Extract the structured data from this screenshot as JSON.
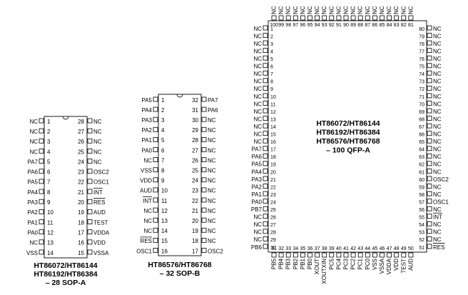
{
  "sop28": {
    "left_pins": [
      "NC",
      "NC",
      "NC",
      "NC",
      "PA7",
      "PA6",
      "PA5",
      "PA4",
      "PA3",
      "PA2",
      "PA1",
      "PA0",
      "NC",
      "VSS"
    ],
    "right_pins": [
      "NC",
      "NC",
      "NC",
      "NC",
      "NC",
      "OSC2",
      "OSC1",
      "INT",
      "RES",
      "AUD",
      "TEST",
      "VDDA",
      "VDD",
      "VSSA"
    ],
    "overline": [
      "INT",
      "RES"
    ],
    "title_lines": [
      "HT86072/HT86144",
      "HT86192/HT86384",
      "– 28 SOP-A"
    ]
  },
  "sop32": {
    "left_pins": [
      "PA5",
      "PA4",
      "PA3",
      "PA2",
      "PA1",
      "PA0",
      "NC",
      "VSS",
      "VDD",
      "AUD",
      "INT",
      "NC",
      "NC",
      "NC",
      "RES",
      "OSC1"
    ],
    "right_pins": [
      "PA7",
      "PA6",
      "NC",
      "NC",
      "NC",
      "NC",
      "NC",
      "NC",
      "NC",
      "NC",
      "NC",
      "NC",
      "NC",
      "NC",
      "NC",
      "OSC2"
    ],
    "overline": [
      "INT",
      "RES"
    ],
    "title_lines": [
      "HT86576/HT86768",
      "– 32 SOP-B"
    ]
  },
  "qfp100": {
    "top_pins": [
      "NC",
      "NC",
      "NC",
      "NC",
      "NC",
      "NC",
      "NC",
      "NC",
      "NC",
      "NC",
      "NC",
      "NC",
      "NC",
      "NC",
      "NC",
      "NC",
      "NC",
      "NC",
      "NC",
      "NC"
    ],
    "left_pins": [
      "NC",
      "NC",
      "NC",
      "NC",
      "NC",
      "NC",
      "NC",
      "NC",
      "NC",
      "NC",
      "NC",
      "NC",
      "NC",
      "NC",
      "NC",
      "NC",
      "PA7",
      "PA6",
      "PA5",
      "PA4",
      "PA3",
      "PA2",
      "PA1",
      "PA0",
      "PB7",
      "NC",
      "NC",
      "NC",
      "NC",
      "PB6"
    ],
    "bottom_pins": [
      "PB5",
      "PB4",
      "PB3",
      "PB2",
      "PB1",
      "PB0",
      "XOUT",
      "XOUTXIN",
      "PC5",
      "PC4",
      "PC3",
      "PC2",
      "PC1",
      "PC0",
      "VSS",
      "VSSA",
      "VDDA",
      "VDD",
      "TEST",
      "AUD"
    ],
    "right_pins": [
      "NC",
      "NC",
      "NC",
      "NC",
      "NC",
      "NC",
      "NC",
      "NC",
      "NC",
      "NC",
      "NC",
      "NC",
      "NC",
      "NC",
      "NC",
      "NC",
      "NC",
      "NC",
      "NC",
      "NC",
      "OSC2",
      "NC",
      "NC",
      "OSC1",
      "NC",
      "INT",
      "NC",
      "NC",
      "NC",
      "RES"
    ],
    "overline": [
      "INT",
      "RES"
    ],
    "title_lines": [
      "HT86072/HT86144",
      "HT86192/HT86384",
      "HT86576/HT86768",
      "– 100 QFP-A"
    ]
  }
}
